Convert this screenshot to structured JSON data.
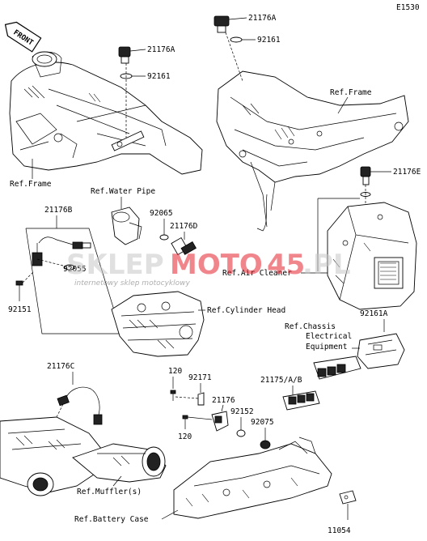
{
  "diagram_code": "E1530",
  "front_badge": "FRONT",
  "part_numbers": {
    "p21176A_top": "21176A",
    "p92161_top": "92161",
    "p21176A_left": "21176A",
    "p92161_left": "92161",
    "p21176E": "21176E",
    "p21176B": "21176B",
    "p92065": "92065",
    "p21176D": "21176D",
    "p92055": "92055",
    "p92151": "92151",
    "p92161A": "92161A",
    "p21176C": "21176C",
    "p120_a": "120",
    "p120_b": "120",
    "p92171": "92171",
    "p21176": "21176",
    "p92152": "92152",
    "p92075": "92075",
    "p21175AB": "21175/A/B",
    "p11054": "11054"
  },
  "references": {
    "frame_left": "Ref.Frame",
    "frame_right": "Ref.Frame",
    "water_pipe": "Ref.Water Pipe",
    "air_cleaner": "Ref.Air Cleaner",
    "cylinder_head": "Ref.Cylinder Head",
    "chassis_line1": "Ref.Chassis",
    "chassis_line2": "Electrical",
    "chassis_line3": "Equipment",
    "muffler": "Ref.Muffler(s)",
    "battery_case": "Ref.Battery Case"
  },
  "watermark": {
    "brand_left": "SKLEP",
    "brand_right": "MOTO",
    "brand_num": "45",
    "brand_tld": ".PL",
    "tagline": "internetowy sklep motocyklowy"
  }
}
